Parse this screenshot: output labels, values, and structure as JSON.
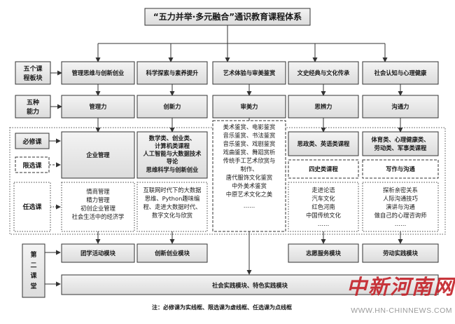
{
  "title": "“五力并举·多元融合”通识教育课程体系",
  "row_labels": {
    "modules": "五个课程板块",
    "abilities": "五种能力",
    "required": "必修课",
    "limited": "限选课",
    "elective": "任选课",
    "second_classroom": "第二课堂"
  },
  "modules": [
    "管理思维与创新创业",
    "科学探索与素养提升",
    "艺术体验与审美鉴赏",
    "文史经典与文化传承",
    "社会认知与心理健康"
  ],
  "abilities": [
    "管理力",
    "创新力",
    "审美力",
    "思辨力",
    "沟通力"
  ],
  "col1": {
    "required": "企业管理",
    "elective": [
      "情商管理",
      "精力管理",
      "初创企业管理",
      "社会生活中的经济学"
    ]
  },
  "col2": {
    "required": [
      "数学类、创业类、",
      "计算机类课程",
      "人工智能与大数据技术",
      "导论",
      "思维科学与创新创业"
    ],
    "elective": [
      "互联网时代下的大数据",
      "思维、Python趣味编",
      "程、走进大数据时代、",
      "数字文化与欣赏"
    ]
  },
  "col3": {
    "courses": [
      "美术鉴赏、电影鉴赏",
      "音乐鉴赏、书法鉴赏",
      "音乐鉴赏、戏剧鉴赏",
      "戏曲鉴赏、舞蹈赏析",
      "传统手工艺术欣赏与",
      "制作、",
      "唐代服饰文化鉴赏",
      "中外美术鉴赏",
      "中原艺术文化之美",
      "……"
    ]
  },
  "col4": {
    "required": "思政类、英语类课程",
    "limited": "四史类课程",
    "elective": [
      "走进论语",
      "汽车文化",
      "红色河南",
      "中国传统文化",
      "……"
    ]
  },
  "col5": {
    "required": [
      "体育类、心理健康类、",
      "劳动类、军事类课程"
    ],
    "limited": "写作与沟通",
    "elective": [
      "探析亲密关系",
      "人际沟通技巧",
      "演讲与沟通",
      "做自己的心理咨询师",
      "……"
    ]
  },
  "second": {
    "tuanxue": "团学活动模块",
    "chuangxin": "创新创业模块",
    "zhiyuan": "志愿服务模块",
    "laodong": "劳动实践模块",
    "shehui": "社会实践模块、特色实践模块"
  },
  "note": "注：必修课为实线框、限选课为虚线框、任选课为点线框",
  "watermark": {
    "logo": "中新河南网",
    "url": "WWW.HN-CHINNEWS.COM"
  }
}
